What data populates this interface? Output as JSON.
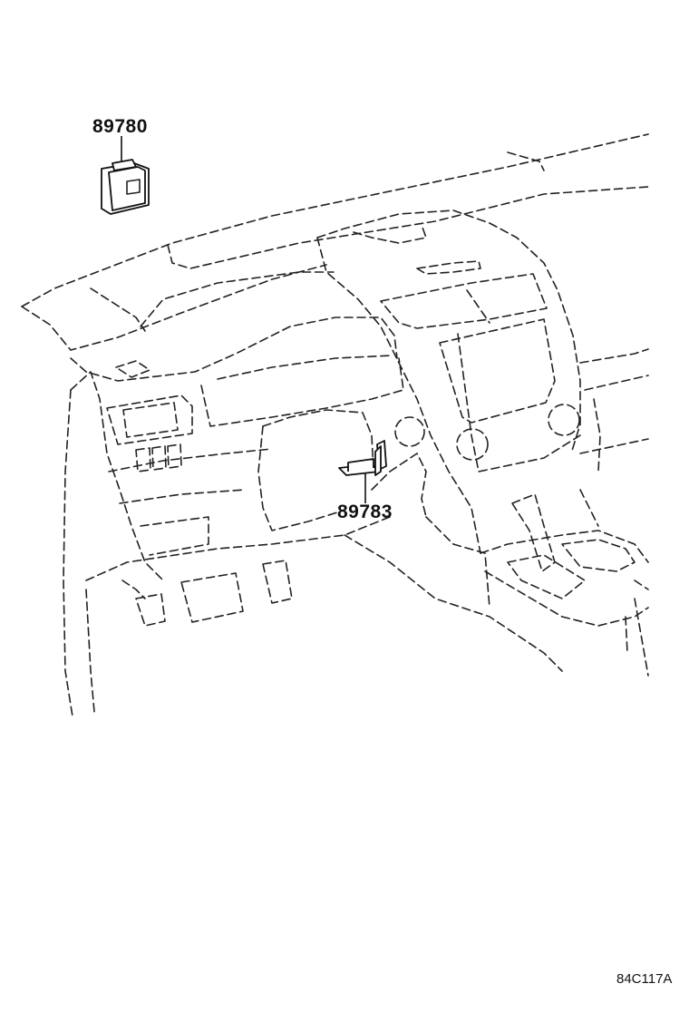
{
  "diagram": {
    "parts": [
      {
        "number": "89780"
      },
      {
        "number": "89783"
      }
    ],
    "diagram_code": "84C117A"
  }
}
